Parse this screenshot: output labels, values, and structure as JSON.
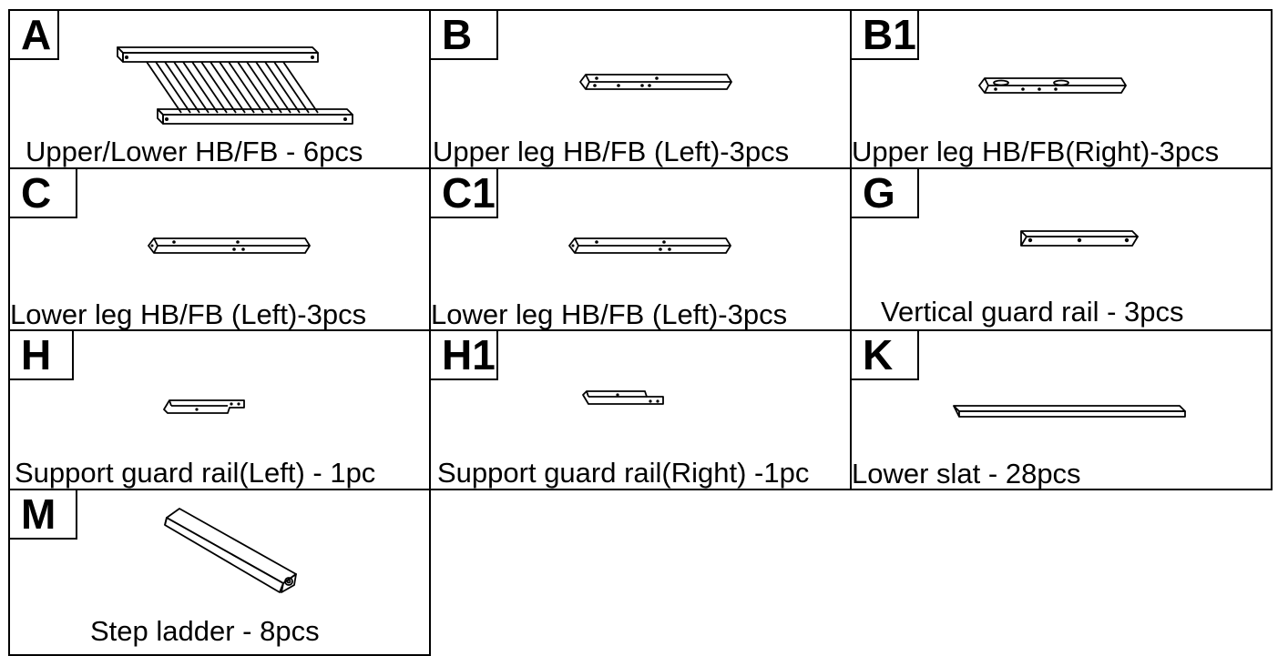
{
  "parts": [
    {
      "letter": "A",
      "caption": "Upper/Lower HB/FB - 6pcs"
    },
    {
      "letter": "B",
      "caption": "Upper leg HB/FB (Left)-3pcs"
    },
    {
      "letter": "B1",
      "caption": "Upper leg HB/FB(Right)-3pcs"
    },
    {
      "letter": "C",
      "caption": "Lower leg HB/FB (Left)-3pcs"
    },
    {
      "letter": "C1",
      "caption": "Lower leg HB/FB (Left)-3pcs"
    },
    {
      "letter": "G",
      "caption": "Vertical guard rail - 3pcs"
    },
    {
      "letter": "H",
      "caption": "Support guard rail(Left) - 1pc"
    },
    {
      "letter": "H1",
      "caption": "Support guard rail(Right) -1pc"
    },
    {
      "letter": "K",
      "caption": "Lower slat - 28pcs"
    },
    {
      "letter": "M",
      "caption": "Step ladder  - 8pcs"
    }
  ]
}
